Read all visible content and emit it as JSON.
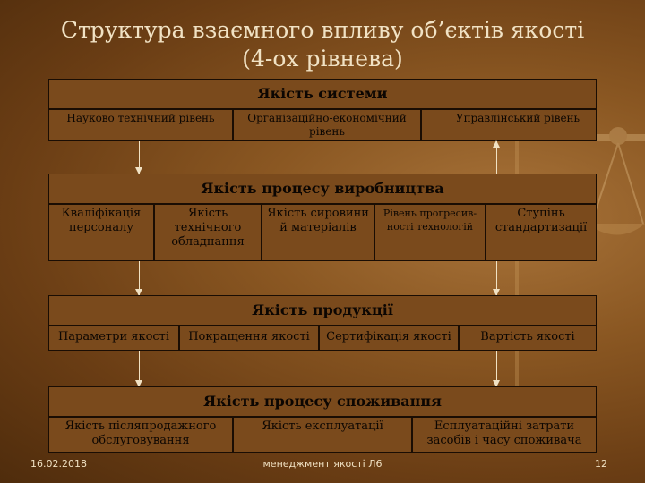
{
  "title": {
    "line1": "Структура взаємного впливу об’єктів якості",
    "line2": "(4-ох рівнева)"
  },
  "levels": [
    {
      "header": "Якість системи",
      "items": [
        "Науково технічний рівень",
        "Організаційно-економічний рівень",
        "Управлінський рівень"
      ]
    },
    {
      "header": "Якість процесу виробництва",
      "items": [
        "Кваліфікація персоналу",
        "Якість технічного обладнання",
        "Якість сировини й матеріалів",
        "Рівень прогресив-ності технологій",
        "Ступінь стандартизації"
      ]
    },
    {
      "header": "Якість продукції",
      "items": [
        "Параметри якості",
        "Покращення якості",
        "Сертифікація якості",
        "Вартість якості"
      ]
    },
    {
      "header": "Якість процесу споживання",
      "items": [
        "Якість післяпродажного обслуговування",
        "Якість експлуатації",
        "Есплуатаційні затрати засобів і часу споживача"
      ]
    }
  ],
  "footer": {
    "date": "16.02.2018",
    "center": "менеджмент якості Л6",
    "page": "12"
  },
  "colors": {
    "background": "#7a4a1c",
    "box": "#7a4a1c",
    "text_light": "#f1e2c4"
  }
}
